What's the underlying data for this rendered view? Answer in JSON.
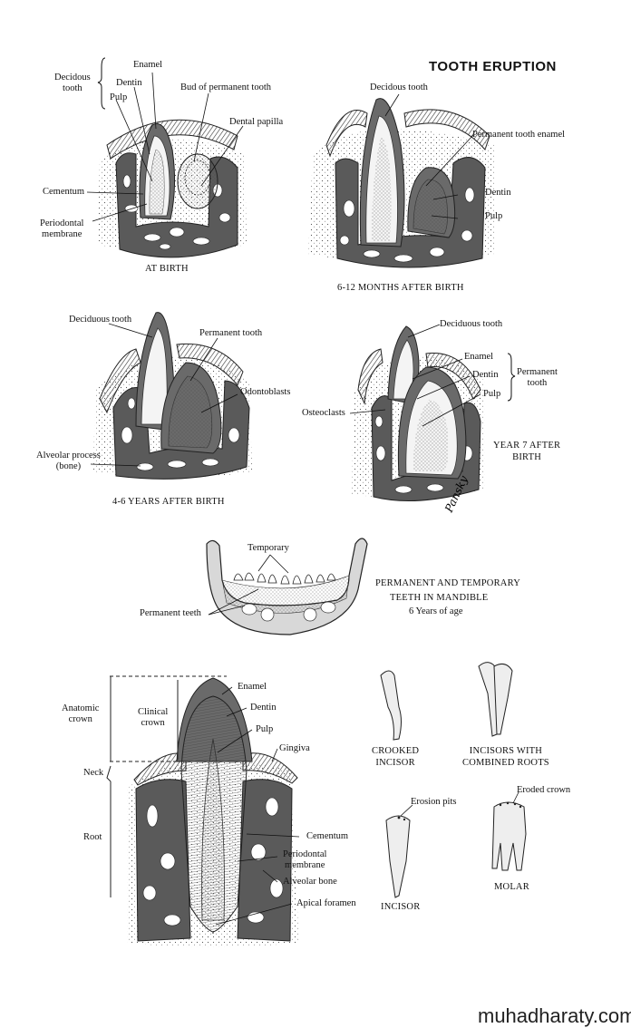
{
  "title": "TOOTH ERUPTION",
  "panels": {
    "birth": {
      "caption": "AT BIRTH",
      "deciduous_tooth": "Decidous\ntooth",
      "enamel": "Enamel",
      "dentin": "Dentin",
      "pulp": "Pulp",
      "bud": "Bud of permanent tooth",
      "papilla": "Dental papilla",
      "cementum": "Cementum",
      "periodontal": "Periodontal\nmembrane"
    },
    "months": {
      "caption": "6-12 MONTHS AFTER BIRTH",
      "deciduous": "Decidous tooth",
      "perm_enamel": "Permanent tooth enamel",
      "dentin": "Dentin",
      "pulp": "Pulp"
    },
    "years46": {
      "caption": "4-6 YEARS AFTER BIRTH",
      "deciduous": "Deciduous tooth",
      "permanent": "Permanent tooth",
      "odontoblasts": "Odontoblasts",
      "alveolar": "Alveolar process\n(bone)"
    },
    "year7": {
      "caption": "YEAR 7 AFTER\nBIRTH",
      "deciduous": "Deciduous tooth",
      "enamel": "Enamel",
      "dentin": "Dentin",
      "pulp": "Pulp",
      "permanent": "Permanent\ntooth",
      "osteoclasts": "Osteoclasts",
      "signature": "Pansky"
    },
    "mandible": {
      "temporary": "Temporary",
      "permanent_teeth": "Permanent teeth",
      "caption_line1": "PERMANENT AND TEMPORARY",
      "caption_line2": "TEETH IN MANDIBLE",
      "caption_line3": "6 Years of age"
    },
    "anatomy": {
      "anatomic_crown": "Anatomic\ncrown",
      "clinical_crown": "Clinical\ncrown",
      "neck": "Neck",
      "root": "Root",
      "enamel": "Enamel",
      "dentin": "Dentin",
      "pulp": "Pulp",
      "gingiva": "Gingiva",
      "cementum": "Cementum",
      "periodontal": "Periodontal\nmembrane",
      "alveolar_bone": "Alveolar bone",
      "apical_foramen": "Apical foramen"
    },
    "variants": {
      "crooked": "CROOKED\nINCISOR",
      "combined": "INCISORS WITH\nCOMBINED ROOTS",
      "erosion_pits": "Erosion pits",
      "incisor": "INCISOR",
      "eroded_crown": "Eroded crown",
      "molar": "MOLAR"
    }
  },
  "watermark": "muhadharaty.com"
}
